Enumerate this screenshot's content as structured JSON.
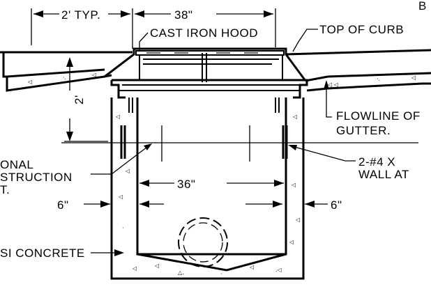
{
  "labels": {
    "top_letter": "B",
    "typ_spacing": "2' TYP.",
    "hood_width": "38\"",
    "cast_iron_hood": "CAST IRON HOOD",
    "top_of_curb": "TOP OF CURB",
    "depth": "2'",
    "flowline_line1": "FLOWLINE OF",
    "flowline_line2": "GUTTER.",
    "joint_line1": "ONAL",
    "joint_line2": "STRUCTION",
    "joint_line3": "T.",
    "rebar_line1": "2-#4 X",
    "rebar_line2": "WALL AT",
    "inner_width": "36\"",
    "wall_left": "6\"",
    "wall_right": "6\"",
    "concrete": "SI CONCRETE"
  }
}
